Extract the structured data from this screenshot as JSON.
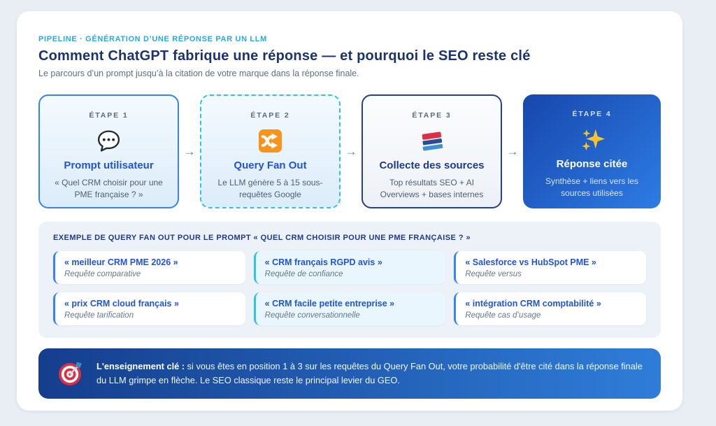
{
  "header": {
    "eyebrow": "PIPELINE · GÉNÉRATION D’UNE RÉPONSE PAR UN LLM",
    "title": "Comment ChatGPT fabrique une réponse — et pourquoi le SEO reste clé",
    "subtitle": "Le parcours d’un prompt jusqu’à la citation de votre marque dans la réponse finale."
  },
  "arrow_glyph": "→",
  "steps": [
    {
      "label": "ÉTAPE 1",
      "icon": "speech-bubble-icon",
      "title": "Prompt utilisateur",
      "description": "« Quel CRM choisir pour une PME française ? »"
    },
    {
      "label": "ÉTAPE 2",
      "icon": "shuffle-icon",
      "title": "Query Fan Out",
      "description": "Le LLM génère 5 à 15 sous-requêtes Google"
    },
    {
      "label": "ÉTAPE 3",
      "icon": "books-icon",
      "title": "Collecte des sources",
      "description": "Top résultats SEO + AI Overviews + bases internes"
    },
    {
      "label": "ÉTAPE 4",
      "icon": "sparkles-icon",
      "title": "Réponse citée",
      "description": "Synthèse + liens vers les sources utilisées"
    }
  ],
  "fanout": {
    "heading": "EXEMPLE DE QUERY FAN OUT POUR LE PROMPT « QUEL CRM CHOISIR POUR UNE PME FRANÇAISE ? »",
    "queries": [
      {
        "text": "« meilleur CRM PME 2026 »",
        "type": "Requête comparative"
      },
      {
        "text": "« CRM français RGPD avis »",
        "type": "Requête de confiance"
      },
      {
        "text": "« Salesforce vs HubSpot PME »",
        "type": "Requête versus"
      },
      {
        "text": "« prix CRM cloud français »",
        "type": "Requête tarification"
      },
      {
        "text": "« CRM facile petite entreprise »",
        "type": "Requête conversationnelle"
      },
      {
        "text": "« intégration CRM comptabilité »",
        "type": "Requête cas d’usage"
      }
    ]
  },
  "insight": {
    "icon": "target-icon",
    "lead": "L'enseignement clé :",
    "body": "si vous êtes en position 1 à 3 sur les requêtes du Query Fan Out, votre probabilité d'être cité dans la réponse finale du LLM grimpe en flèche. Le SEO classique reste le principal levier du GEO."
  },
  "colors": {
    "page_background": "#e9edf4",
    "eyebrow_accent": "#25aae1",
    "title_navy": "#1b3470",
    "primary_blue": "#2155d4",
    "step_border_blue": "#3584ef",
    "step_border_teal_dashed": "#2ec6de",
    "step_border_navy": "#27408b",
    "step4_gradient": [
      "#1747ad",
      "#2d7ce4"
    ],
    "panel_background": "#edf1f8",
    "banner_gradient": [
      "#153e8d",
      "#2f7dd9"
    ]
  }
}
